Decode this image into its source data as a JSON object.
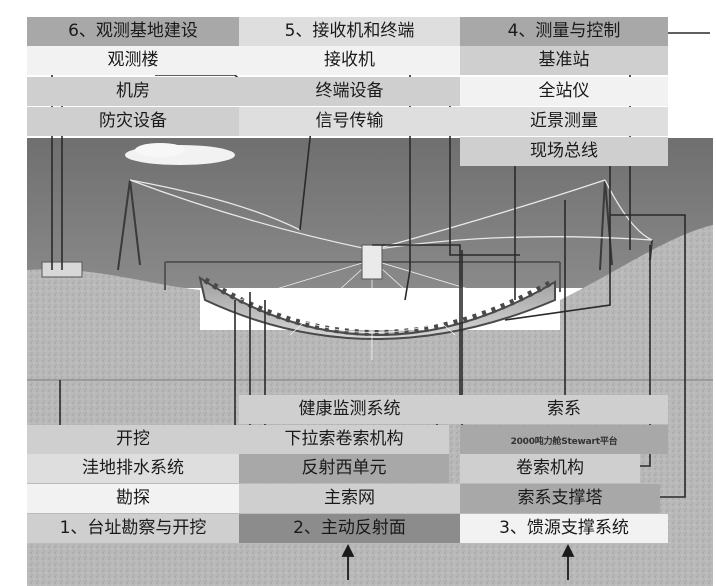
{
  "sections": {
    "s6": {
      "title": "6、观测基地建设",
      "items": [
        "观测楼",
        "机房",
        "防灾设备"
      ]
    },
    "s5": {
      "title": "5、接收机和终端",
      "items": [
        "接收机",
        "终端设备",
        "信号传输"
      ]
    },
    "s4": {
      "title": "4、测量与控制",
      "items": [
        "基准站",
        "全站仪",
        "近景测量",
        "现场总线"
      ]
    },
    "s1": {
      "title": "1、台址勘察与开挖",
      "items": [
        "开挖",
        "洼地排水系统",
        "勘探"
      ]
    },
    "s2": {
      "title": "2、主动反射面",
      "items": [
        "健康监测系统",
        "下拉索卷索机构",
        "反射西单元",
        "主索网"
      ]
    },
    "s3": {
      "title": "3、馈源支撑系统",
      "items": [
        "索系",
        "卷索机构",
        "索系支撑塔"
      ],
      "platform_label": "2000吨力舱Stewart平台"
    }
  },
  "colors": {
    "sky": "#7a7a7a",
    "ground": "#b5b5b5",
    "line": "#2a2a2a"
  }
}
